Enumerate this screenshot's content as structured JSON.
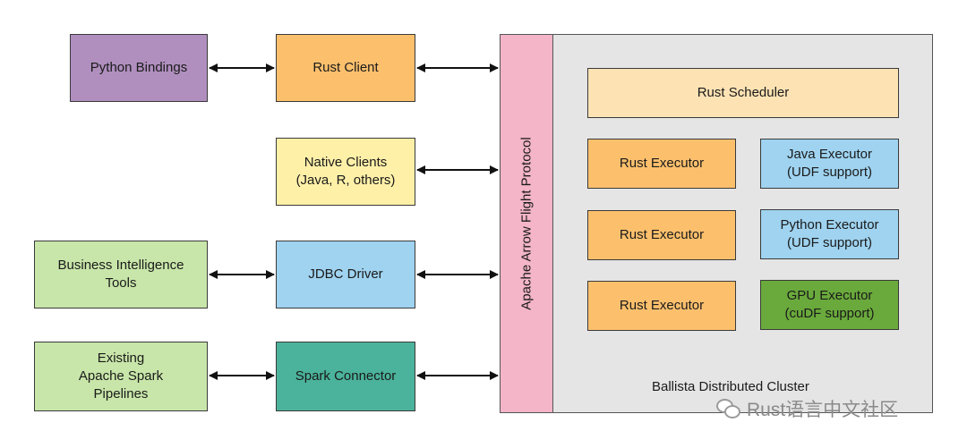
{
  "left_column": [
    {
      "id": "python-bindings",
      "label": "Python Bindings",
      "color": "#b08fbf"
    },
    {
      "id": "business-intelligence-tools",
      "label": "Business Intelligence\nTools",
      "color": "#c8e6a9"
    },
    {
      "id": "existing-apache-spark-pipelines",
      "label": "Existing\nApache Spark\nPipelines",
      "color": "#c8e6a9"
    }
  ],
  "middle_column": [
    {
      "id": "rust-client",
      "label": "Rust Client",
      "color": "#fcc06d"
    },
    {
      "id": "native-clients",
      "label": "Native Clients\n(Java, R, others)",
      "color": "#fff0a8"
    },
    {
      "id": "jdbc-driver",
      "label": "JDBC Driver",
      "color": "#9fd3f0"
    },
    {
      "id": "spark-connector",
      "label": "Spark Connector",
      "color": "#4bb39b"
    }
  ],
  "protocol": {
    "label": "Apache Arrow Flight Protocol",
    "color": "#f4b5c8"
  },
  "cluster": {
    "label": "Ballista Distributed Cluster",
    "scheduler": {
      "label": "Rust Scheduler",
      "color": "#fde3b4"
    },
    "executors": [
      {
        "id": "rust-executor-1",
        "label": "Rust Executor",
        "color": "#fcc06d"
      },
      {
        "id": "java-executor",
        "label": "Java Executor\n(UDF support)",
        "color": "#9fd3f0"
      },
      {
        "id": "rust-executor-2",
        "label": "Rust Executor",
        "color": "#fcc06d"
      },
      {
        "id": "python-executor",
        "label": "Python Executor\n(UDF support)",
        "color": "#9fd3f0"
      },
      {
        "id": "rust-executor-3",
        "label": "Rust Executor",
        "color": "#fcc06d"
      },
      {
        "id": "gpu-executor",
        "label": "GPU Executor\n(cuDF support)",
        "color": "#6aaa3c"
      }
    ]
  },
  "watermark": {
    "text": "Rust语言中文社区",
    "icon": "wechat-icon"
  }
}
